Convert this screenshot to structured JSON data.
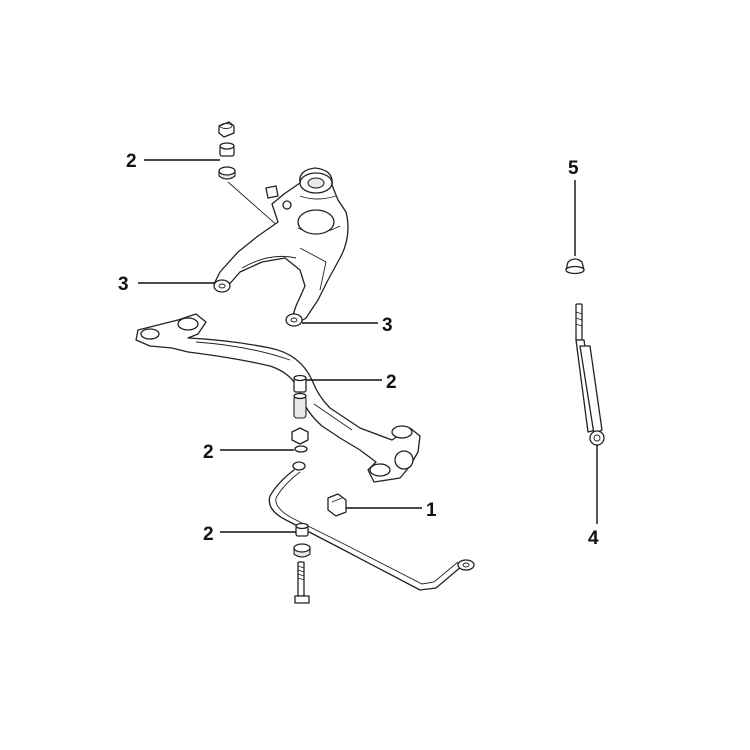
{
  "diagram": {
    "callouts": {
      "anti_roll_bar_bush": "1",
      "bush_link_top": "2",
      "bush_link_upper": "2",
      "bush_link_lower": "2",
      "bush_link_bottom": "2",
      "trailing_arm_bush_left": "3",
      "trailing_arm_bush_right": "3",
      "shock_absorber": "4",
      "shock_bump_stop": "5"
    }
  }
}
